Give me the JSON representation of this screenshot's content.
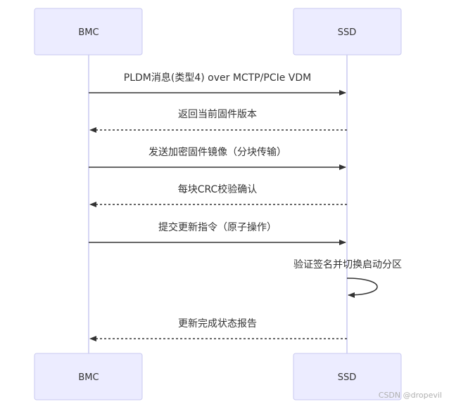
{
  "participants": [
    {
      "id": "bmc",
      "label": "BMC"
    },
    {
      "id": "ssd",
      "label": "SSD"
    }
  ],
  "messages": [
    {
      "from": "bmc",
      "to": "ssd",
      "label": "PLDM消息(类型4) over MCTP/PCIe VDM",
      "style": "solid"
    },
    {
      "from": "ssd",
      "to": "bmc",
      "label": "返回当前固件版本",
      "style": "dashed"
    },
    {
      "from": "bmc",
      "to": "ssd",
      "label": "发送加密固件镜像（分块传输）",
      "style": "solid"
    },
    {
      "from": "ssd",
      "to": "bmc",
      "label": "每块CRC校验确认",
      "style": "dashed"
    },
    {
      "from": "bmc",
      "to": "ssd",
      "label": "提交更新指令（原子操作）",
      "style": "solid"
    },
    {
      "from": "ssd",
      "to": "ssd",
      "label": "验证签名并切换启动分区",
      "style": "solid"
    },
    {
      "from": "ssd",
      "to": "bmc",
      "label": "更新完成状态报告",
      "style": "dashed"
    }
  ],
  "colors": {
    "actor_fill": "#ececff",
    "actor_stroke": "#c9c9f0",
    "line": "#333333"
  },
  "watermark": "CSDN @dropevil"
}
